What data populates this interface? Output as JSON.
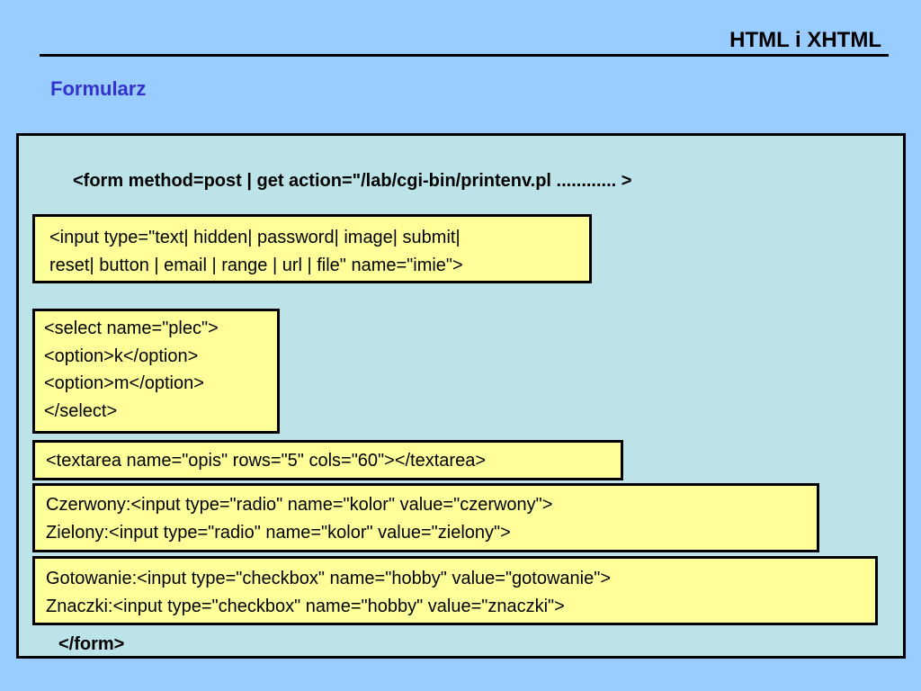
{
  "slide": {
    "title": "HTML i XHTML",
    "subtitle": "Formularz"
  },
  "code": {
    "form_open": "<form method=post | get action=\"/lab/cgi-bin/printenv.pl ............  >",
    "input_lines": [
      "<input type=\"text| hidden| password| image| submit|",
      "reset| button | email | range | url | file\" name=\"imie\">"
    ],
    "select_lines": [
      "<select name=\"plec\">",
      "<option>k</option>",
      "<option>m</option>",
      "</select>"
    ],
    "textarea_line": "<textarea name=\"opis\" rows=\"5\" cols=\"60\"></textarea>",
    "radio_lines": [
      "Czerwony:<input type=\"radio\" name=\"kolor\" value=\"czerwony\">",
      "Zielony:<input type=\"radio\" name=\"kolor\" value=\"zielony\">"
    ],
    "checkbox_lines": [
      "Gotowanie:<input type=\"checkbox\" name=\"hobby\" value=\"gotowanie\">",
      "Znaczki:<input type=\"checkbox\" name=\"hobby\" value=\"znaczki\">"
    ],
    "form_close": "</form>"
  },
  "colors": {
    "background": "#99ccff",
    "panel": "#bbe3e8",
    "code_box": "#ffff99",
    "subtitle": "#3333cc"
  }
}
